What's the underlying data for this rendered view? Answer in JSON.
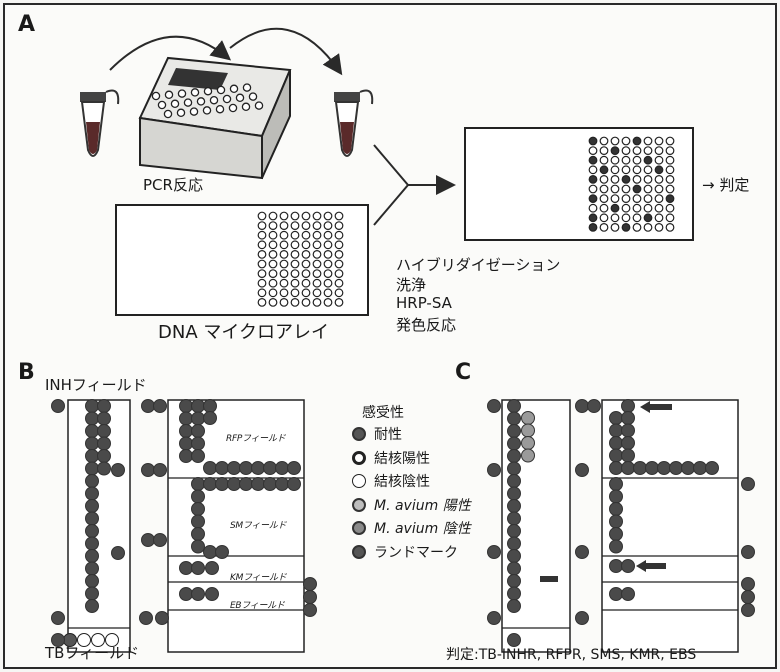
{
  "panels": {
    "a": {
      "label": "A"
    },
    "b": {
      "label": "B"
    },
    "c": {
      "label": "C"
    }
  },
  "workflow": {
    "pcr_label": "PCR反応",
    "microarray_label": "DNA マイクロアレイ",
    "steps": [
      "ハイブリダイゼーション",
      "洗浄",
      "HRP-SA",
      "発色反応"
    ],
    "result_label": "→ 判定"
  },
  "panel_b": {
    "inh_field": "INHフィールド",
    "tb_field": "TBフィールド",
    "rfp_field": "RFPフィールド",
    "sm_field": "SMフィールド",
    "km_field": "KMフィールド",
    "eb_field": "EBフィールド"
  },
  "legend": {
    "title": "感受性",
    "items": [
      {
        "label": "耐性",
        "style": "filled"
      },
      {
        "label": "結核陽性",
        "style": "outline"
      },
      {
        "label": "結核陰性",
        "style": "outline-thin"
      },
      {
        "label": "M. avium 陽性",
        "style": "light"
      },
      {
        "label": "M. avium 陰性",
        "style": "gray"
      },
      {
        "label": "ランドマーク",
        "style": "filled"
      }
    ]
  },
  "panel_c": {
    "verdict": "判定:TB-INHR, RFPR, SMS, KMR, EBS"
  },
  "colors": {
    "dot_dark": "#4a4a4a",
    "dot_gray": "#777777",
    "line": "#2a2a2a"
  }
}
